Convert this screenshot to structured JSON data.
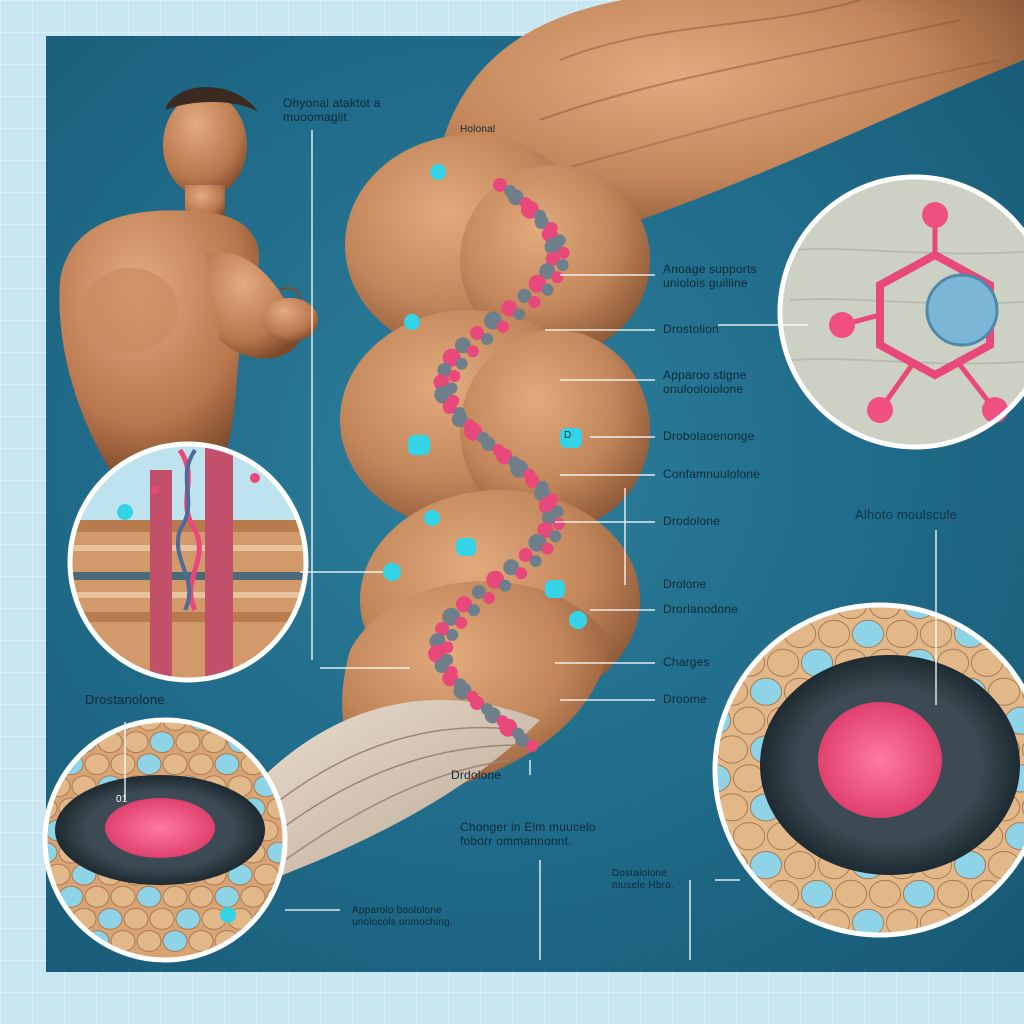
{
  "labels": {
    "top_caption": "Ohyonal ataktot a\nmuoomaglit",
    "top_right": "Holonal",
    "ann_1": "Anoage supports\nuniolois guilline",
    "ann_2": "Drostolion",
    "ann_3": "Apparoo stigne\nonulooloiolone",
    "ann_4": "Drobolaoenonge",
    "ann_5": "Confamnuulolone",
    "ann_6": "Drodolone",
    "ann_7": "Drolone",
    "ann_8": "Drorlanodone",
    "ann_9": "Charges",
    "ann_10": "Droome",
    "left_title": "Drostanolone",
    "center_label": "Drdolone",
    "center_caption": "Chonger in Elm muucelo\nfoborr ommannonnt.",
    "bottom_left_caption": "Apparolo boololone\nunolocols onmoching.",
    "bottom_right_caption": "Dostalolone\nmusele Hbro.",
    "right_title": "Alhoto moulscule",
    "marker_d": "D",
    "marker_01": "01"
  },
  "colors": {
    "panel": "#1f6a88",
    "muscle": "#c98a5e",
    "dna_pink": "#e8487a",
    "dna_gray": "#6f7f8a",
    "accent_cyan": "#35d3e6",
    "core_pink": "#f0608a",
    "core_dark": "#2f3b43",
    "cell_tan": "#e3b889",
    "cell_blue": "#8fd3e6"
  },
  "icons": [
    "molecule-icon",
    "marker-icon"
  ]
}
